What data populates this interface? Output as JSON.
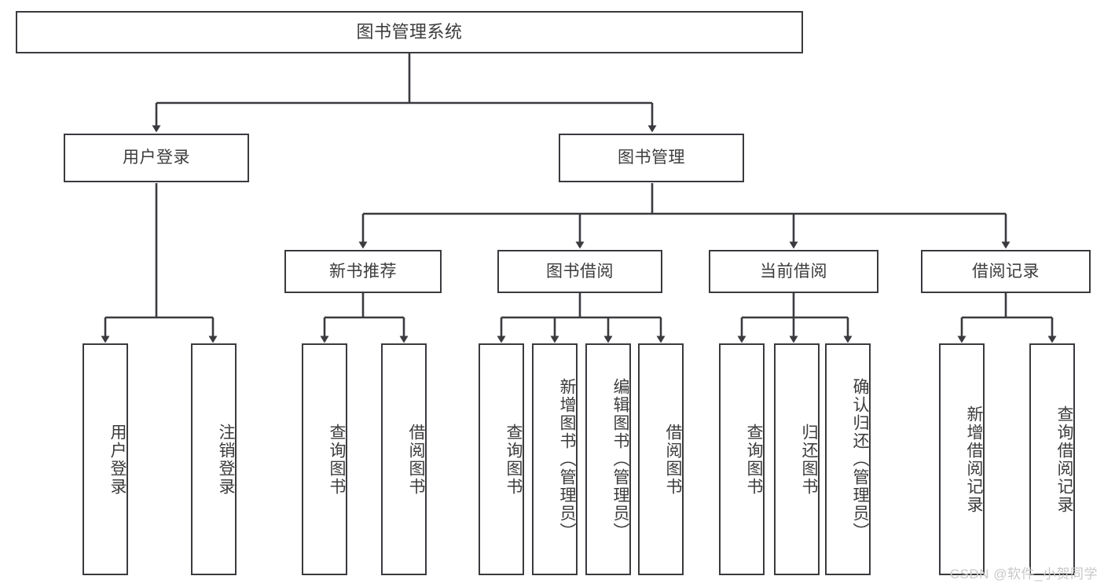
{
  "diagram": {
    "type": "tree",
    "title": "图书管理系统",
    "orientation": "top-down",
    "colors": {
      "line": "#3a3a3f",
      "box_border": "#3a3a3f",
      "box_fill": "#ffffff",
      "text": "#3c3c3c",
      "background": "#ffffff",
      "watermark": "#c8c8c8"
    },
    "root": {
      "label": "图书管理系统"
    },
    "level2": [
      {
        "id": "user-login",
        "label": "用户登录"
      },
      {
        "id": "book-manage",
        "label": "图书管理"
      }
    ],
    "level3": [
      {
        "id": "new-book-recommend",
        "label": "新书推荐"
      },
      {
        "id": "book-borrow",
        "label": "图书借阅"
      },
      {
        "id": "current-borrow",
        "label": "当前借阅"
      },
      {
        "id": "borrow-record",
        "label": "借阅记录"
      }
    ],
    "leaves": {
      "user_login": [
        {
          "id": "leaf-user-login",
          "label": "用户登录"
        },
        {
          "id": "leaf-logout",
          "label": "注销登录"
        }
      ],
      "new_book_recommend": [
        {
          "id": "leaf-query-book-1",
          "label": "查询图书"
        },
        {
          "id": "leaf-borrow-book-1",
          "label": "借阅图书"
        }
      ],
      "book_borrow": [
        {
          "id": "leaf-query-book-2",
          "label": "查询图书"
        },
        {
          "id": "leaf-add-book",
          "label": "新增图书（管理员）"
        },
        {
          "id": "leaf-edit-book",
          "label": "编辑图书（管理员）"
        },
        {
          "id": "leaf-borrow-book-2",
          "label": "借阅图书"
        }
      ],
      "current_borrow": [
        {
          "id": "leaf-query-book-3",
          "label": "查询图书"
        },
        {
          "id": "leaf-return-book",
          "label": "归还图书"
        },
        {
          "id": "leaf-confirm-return",
          "label": "确认归还（管理员）"
        }
      ],
      "borrow_record": [
        {
          "id": "leaf-add-record",
          "label": "新增借阅记录"
        },
        {
          "id": "leaf-query-record",
          "label": "查询借阅记录"
        }
      ]
    }
  },
  "watermark": {
    "text": "CSDN @软件_小贺同学"
  }
}
